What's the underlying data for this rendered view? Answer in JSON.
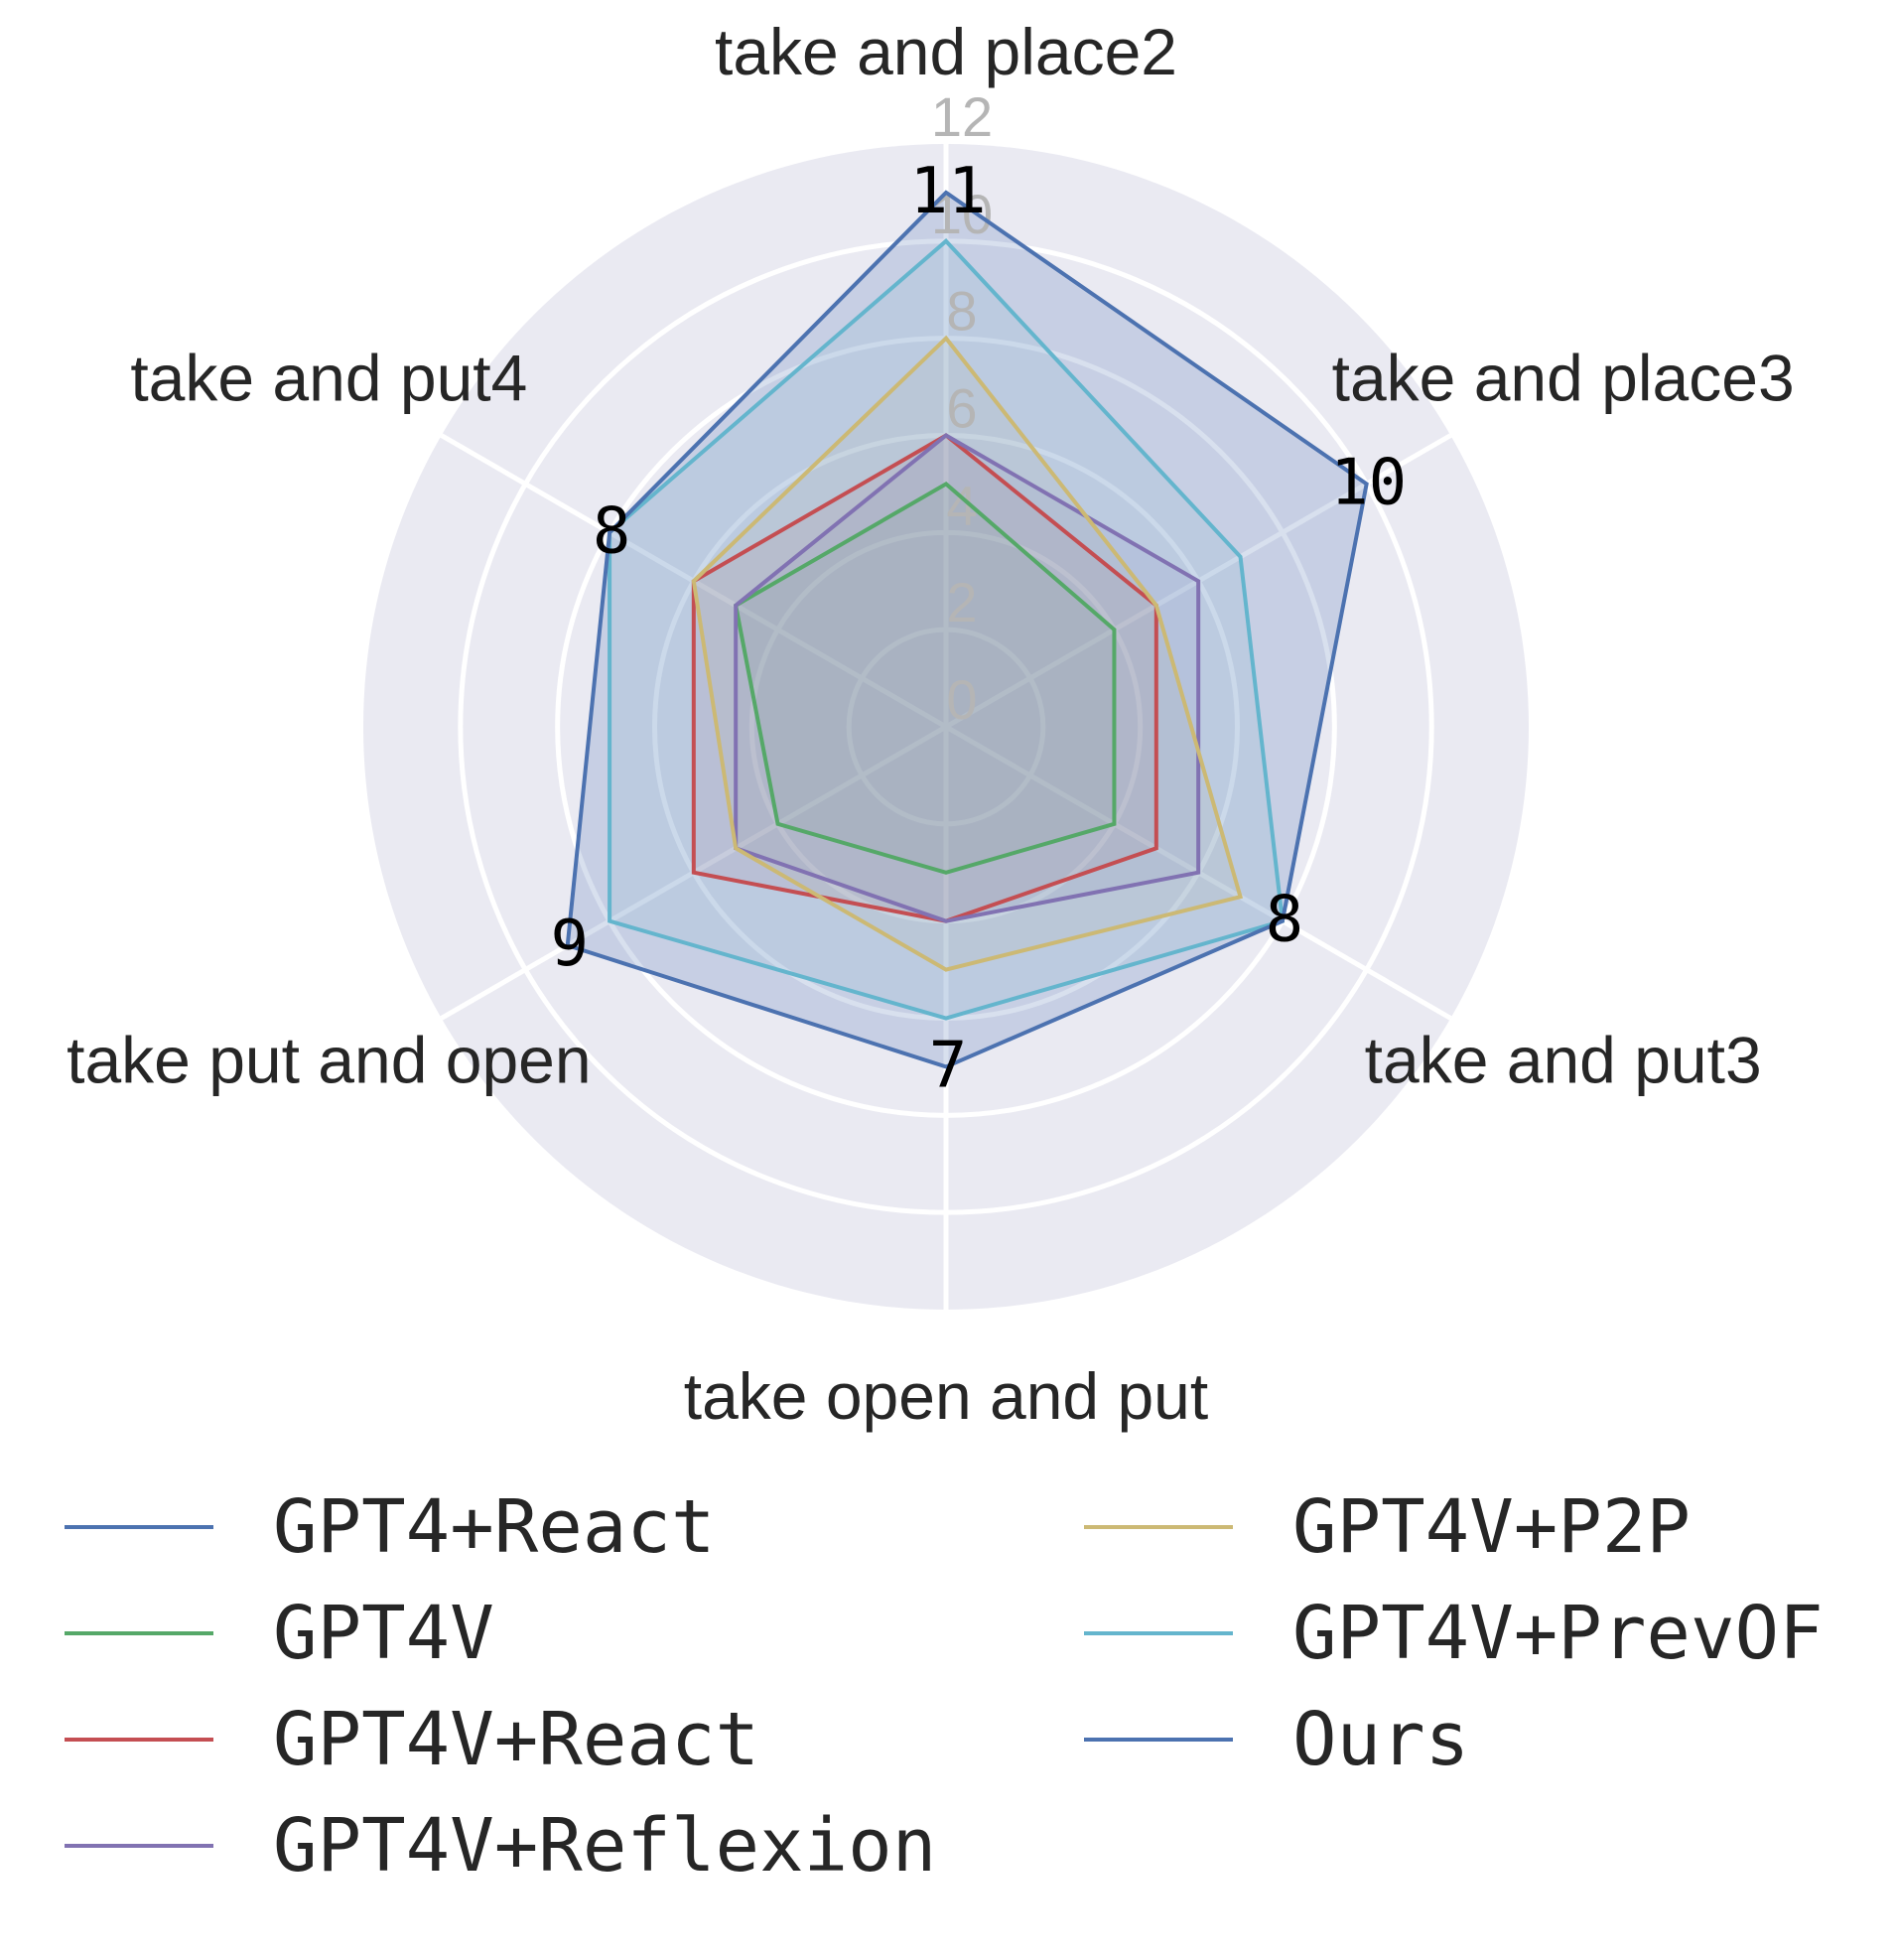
{
  "chart_data": {
    "type": "radar",
    "categories": [
      "take and place2",
      "take and place3",
      "take and put3",
      "take open and put",
      "take put and open",
      "take and put4"
    ],
    "rlim": [
      0,
      12
    ],
    "rticks": [
      "0",
      "2",
      "4",
      "6",
      "8",
      "10",
      "12"
    ],
    "grid": true,
    "legend_placement": "bottom",
    "series": [
      {
        "name": "GPT4+React",
        "color": "#4c72b0",
        "values": [
          0,
          0,
          0,
          0,
          0,
          0
        ]
      },
      {
        "name": "GPT4V",
        "color": "#55a868",
        "values": [
          5,
          4,
          4,
          3,
          4,
          5
        ]
      },
      {
        "name": "GPT4V+React",
        "color": "#c44e52",
        "values": [
          6,
          5,
          5,
          4,
          6,
          6
        ]
      },
      {
        "name": "GPT4V+Reflexion",
        "color": "#8172b2",
        "values": [
          6,
          6,
          6,
          4,
          5,
          5
        ]
      },
      {
        "name": "GPT4V+P2P",
        "color": "#ccb974",
        "values": [
          8,
          5,
          7,
          5,
          5,
          6
        ]
      },
      {
        "name": "GPT4V+PrevOF",
        "color": "#64b5cd",
        "values": [
          10,
          7,
          8,
          6,
          8,
          8
        ]
      },
      {
        "name": "Ours",
        "color": "#4c72b0",
        "values": [
          11,
          10,
          8,
          7,
          9,
          8
        ],
        "filled": true,
        "labeled": true
      }
    ]
  }
}
